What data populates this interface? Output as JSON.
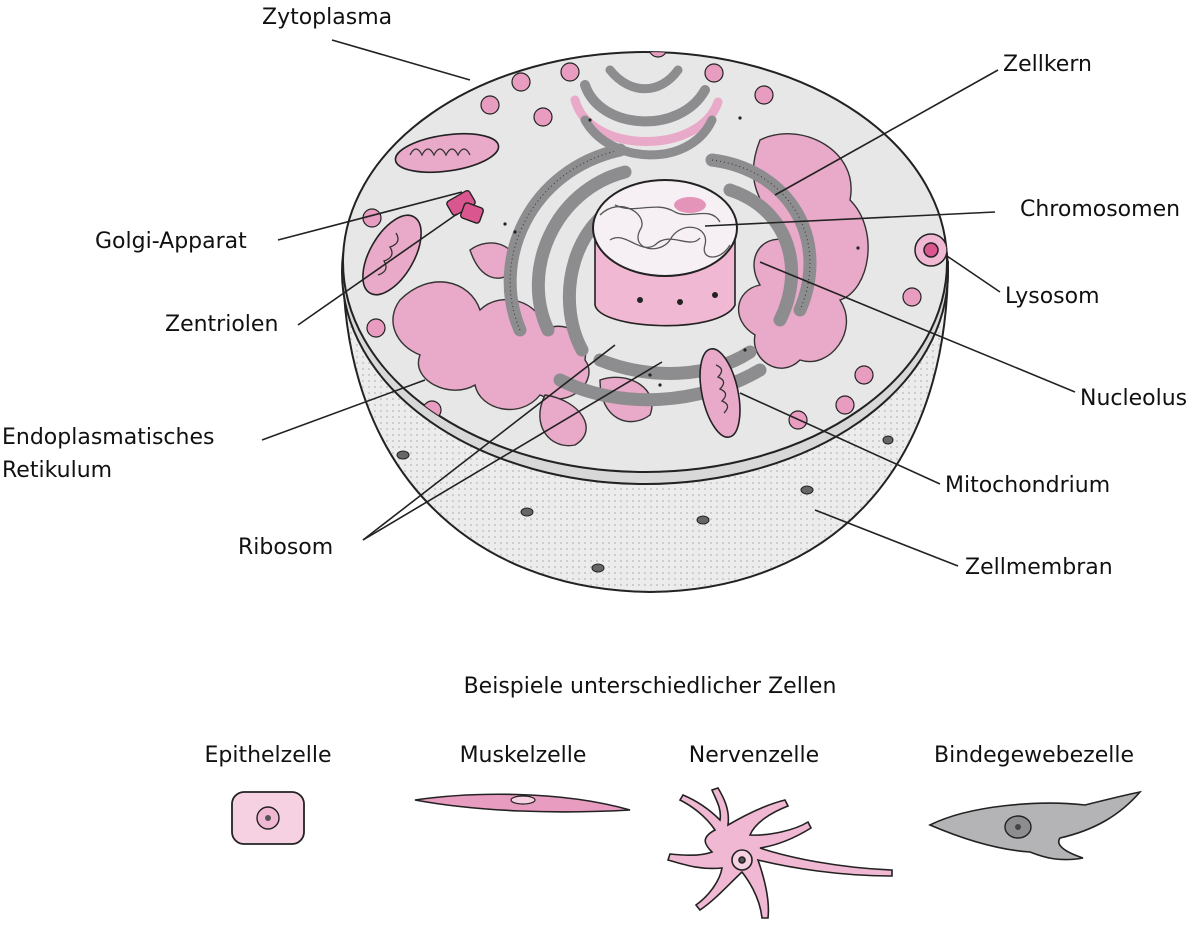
{
  "colors": {
    "pink_light": "#f2c9dc",
    "pink_mid": "#e89cc0",
    "pink_strong": "#d9568f",
    "gray_dark": "#8d8d8f",
    "gray_light": "#e6e6e6",
    "outline": "#222222"
  },
  "labels": {
    "zytoplasma": "Zytoplasma",
    "zellkern": "Zellkern",
    "golgi": "Golgi-Apparat",
    "chromosomen": "Chromosomen",
    "lysosom": "Lysosom",
    "zentriolen": "Zentriolen",
    "nucleolus": "Nucleolus",
    "er_line1": "Endoplasmatisches",
    "er_line2": "Retikulum",
    "mitochondrium": "Mitochondrium",
    "ribosom": "Ribosom",
    "zellmembran": "Zellmembran"
  },
  "examples": {
    "heading": "Beispiele unterschiedlicher Zellen",
    "epithel": "Epithelzelle",
    "muskel": "Muskelzelle",
    "nerven": "Nervenzelle",
    "binde": "Bindegewebezelle"
  }
}
